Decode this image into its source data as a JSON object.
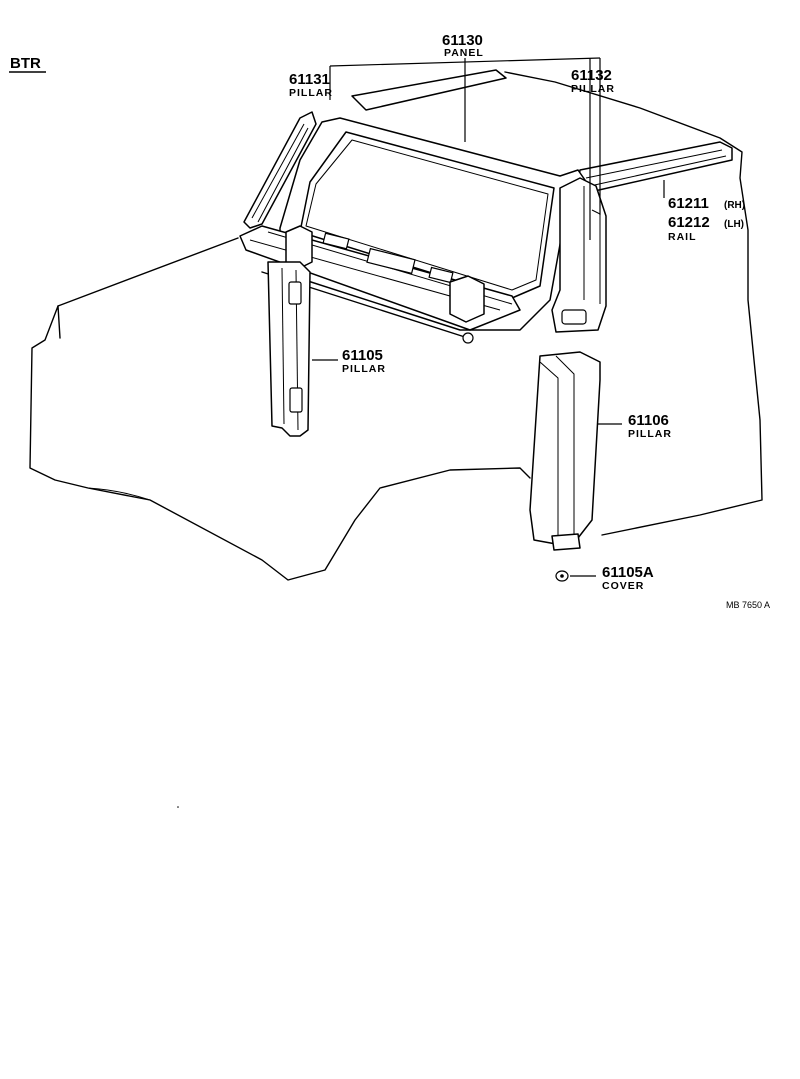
{
  "header": {
    "code": "BTR"
  },
  "parts": {
    "panel_61130": {
      "number": "61130",
      "name": "PANEL"
    },
    "pillar_61131": {
      "number": "61131",
      "name": "PILLAR"
    },
    "pillar_61132": {
      "number": "61132",
      "name": "PILLAR"
    },
    "rail_61211": {
      "number": "61211",
      "side": "(RH)"
    },
    "rail_61212": {
      "number": "61212",
      "side": "(LH)",
      "name": "RAIL"
    },
    "pillar_61105": {
      "number": "61105",
      "name": "PILLAR"
    },
    "pillar_61106": {
      "number": "61106",
      "name": "PILLAR"
    },
    "cover_61105A": {
      "number": "61105A",
      "name": "COVER"
    }
  },
  "footer": {
    "drawing_ref": "MB 7650 A"
  }
}
